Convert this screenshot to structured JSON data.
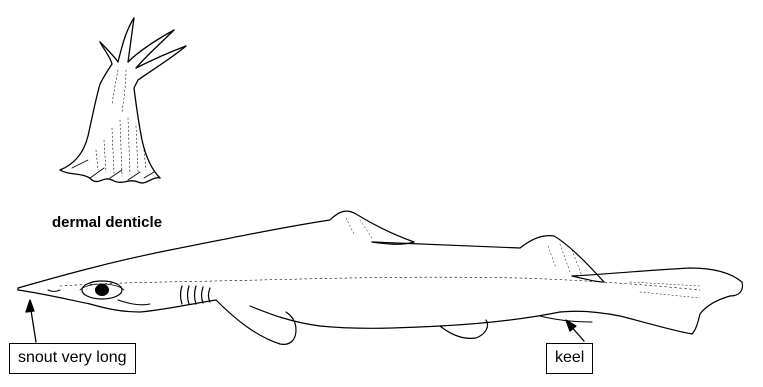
{
  "figure": {
    "denticle_caption": "dermal denticle",
    "labels": {
      "snout": "snout very long",
      "keel": "keel"
    }
  }
}
